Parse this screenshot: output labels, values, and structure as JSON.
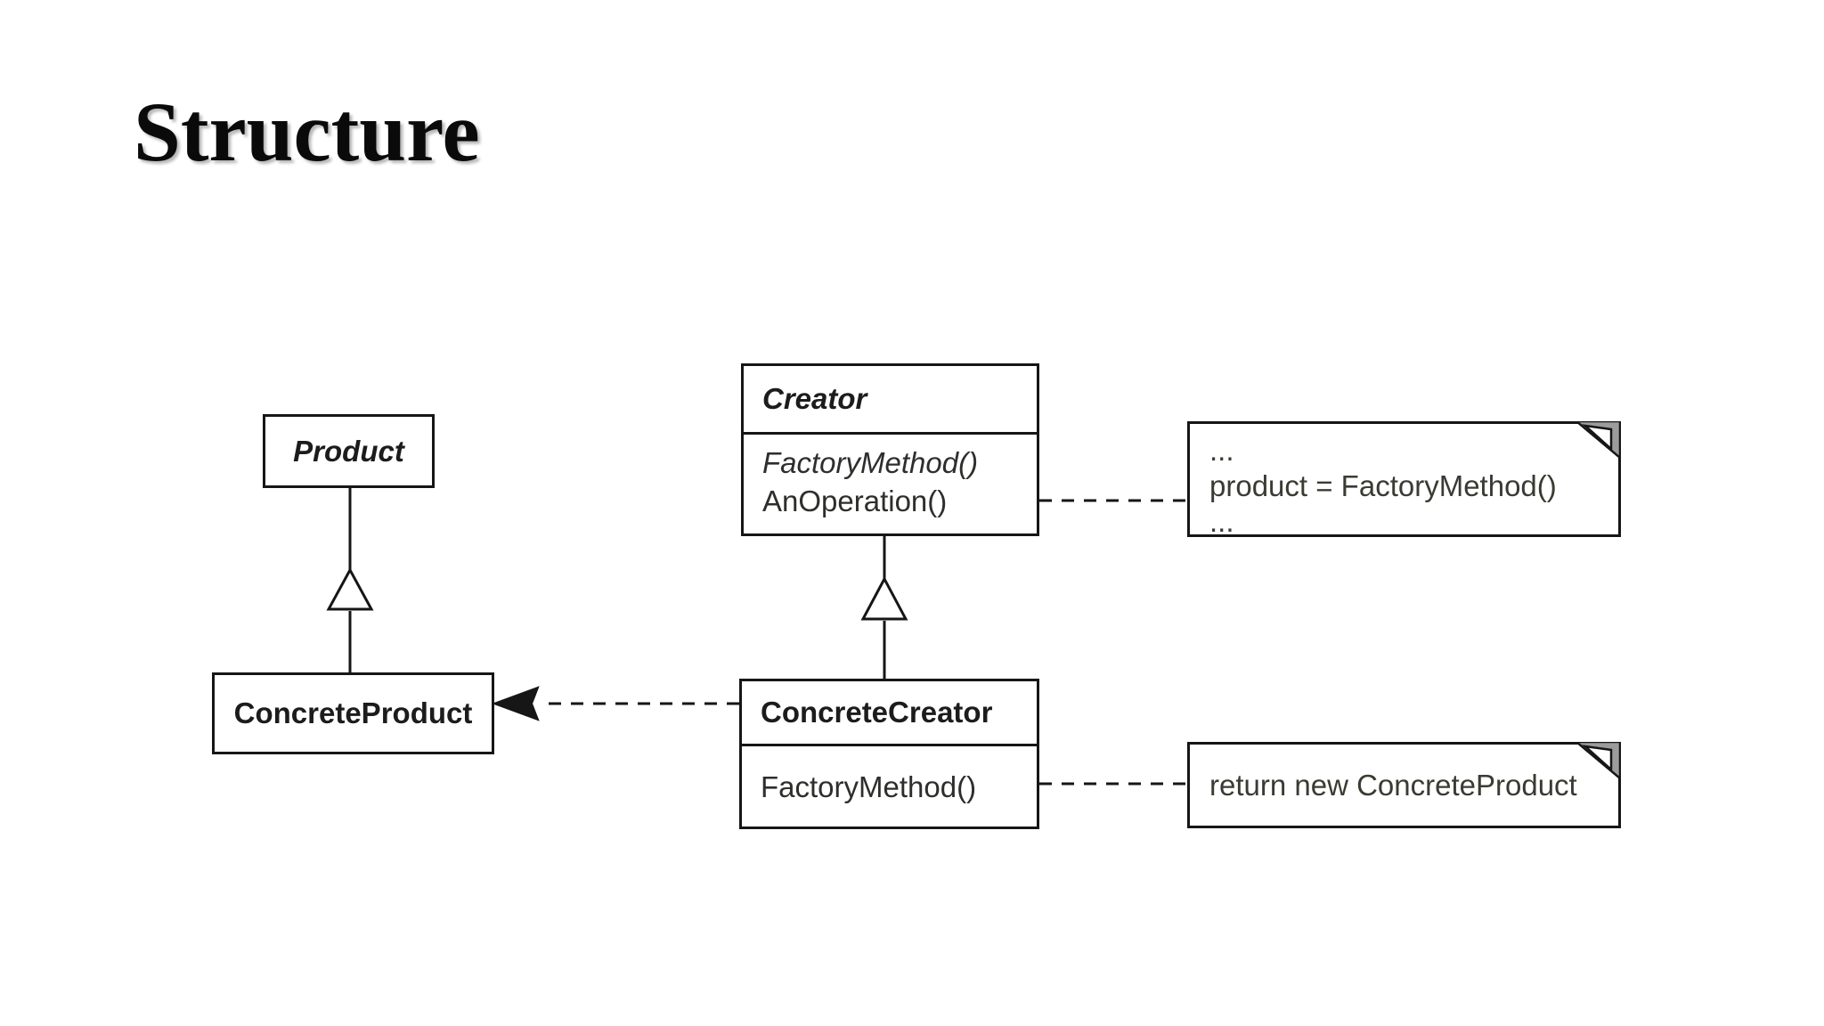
{
  "page": {
    "title": "Structure"
  },
  "diagram": {
    "product": {
      "name": "Product",
      "stereotype": "abstract"
    },
    "concrete_product": {
      "name": "ConcreteProduct"
    },
    "creator": {
      "name": "Creator",
      "stereotype": "abstract",
      "methods": [
        "FactoryMethod()",
        "AnOperation()"
      ]
    },
    "concrete_creator": {
      "name": "ConcreteCreator",
      "methods": [
        "FactoryMethod()"
      ]
    },
    "note_an_operation": {
      "lines": [
        "...",
        "product = FactoryMethod()",
        "..."
      ]
    },
    "note_factory_method": {
      "lines": [
        "return new ConcreteProduct"
      ]
    },
    "relationships": {
      "inheritance_1": "ConcreteProduct → Product",
      "inheritance_2": "ConcreteCreator → Creator",
      "creates": "ConcreteCreator → ConcreteProduct"
    },
    "colors": {
      "line": "#161616",
      "note_fold": "#9c9c9c",
      "background": "#ffffff"
    }
  }
}
